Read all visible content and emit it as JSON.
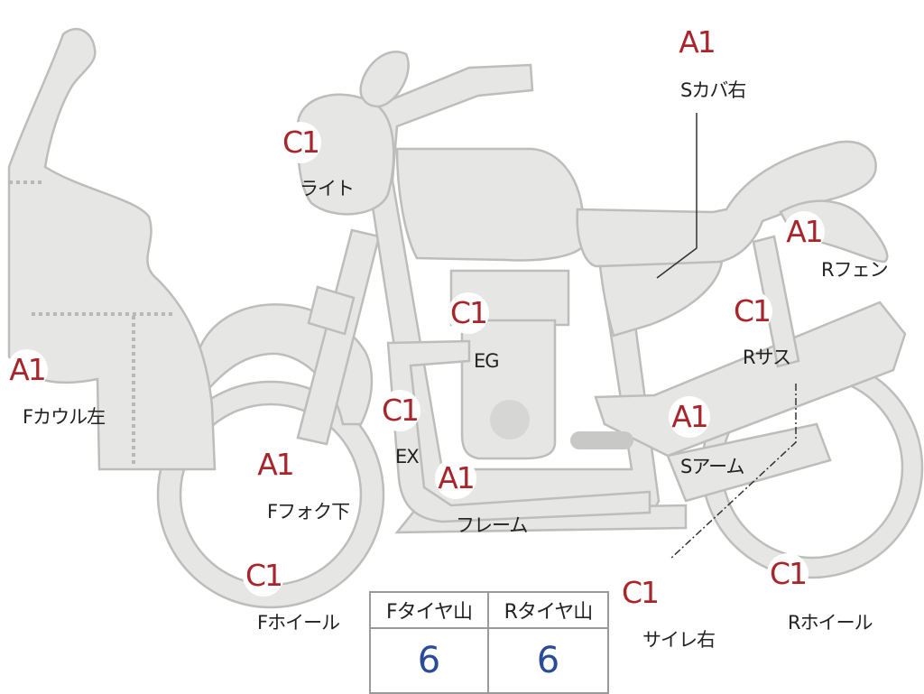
{
  "parts": [
    {
      "grade": "A1",
      "label": "Sカバ右"
    },
    {
      "grade": "C1",
      "label": "ライト"
    },
    {
      "grade": "A1",
      "label": "Rフェン"
    },
    {
      "grade": "C1",
      "label": "EG"
    },
    {
      "grade": "C1",
      "label": "Rサス"
    },
    {
      "grade": "A1",
      "label": "Fカウル左"
    },
    {
      "grade": "C1",
      "label": "EX"
    },
    {
      "grade": "A1",
      "label": "Sアーム"
    },
    {
      "grade": "A1",
      "label": "Fフォク下"
    },
    {
      "grade": "A1",
      "label": "フレーム"
    },
    {
      "grade": "C1",
      "label": "Fホイール"
    },
    {
      "grade": "C1",
      "label": "サイレ右"
    },
    {
      "grade": "C1",
      "label": "Rホイール"
    }
  ],
  "tread_table": {
    "headers": [
      "Fタイヤ山",
      "Rタイヤ山"
    ],
    "values": [
      "6",
      "6"
    ]
  }
}
